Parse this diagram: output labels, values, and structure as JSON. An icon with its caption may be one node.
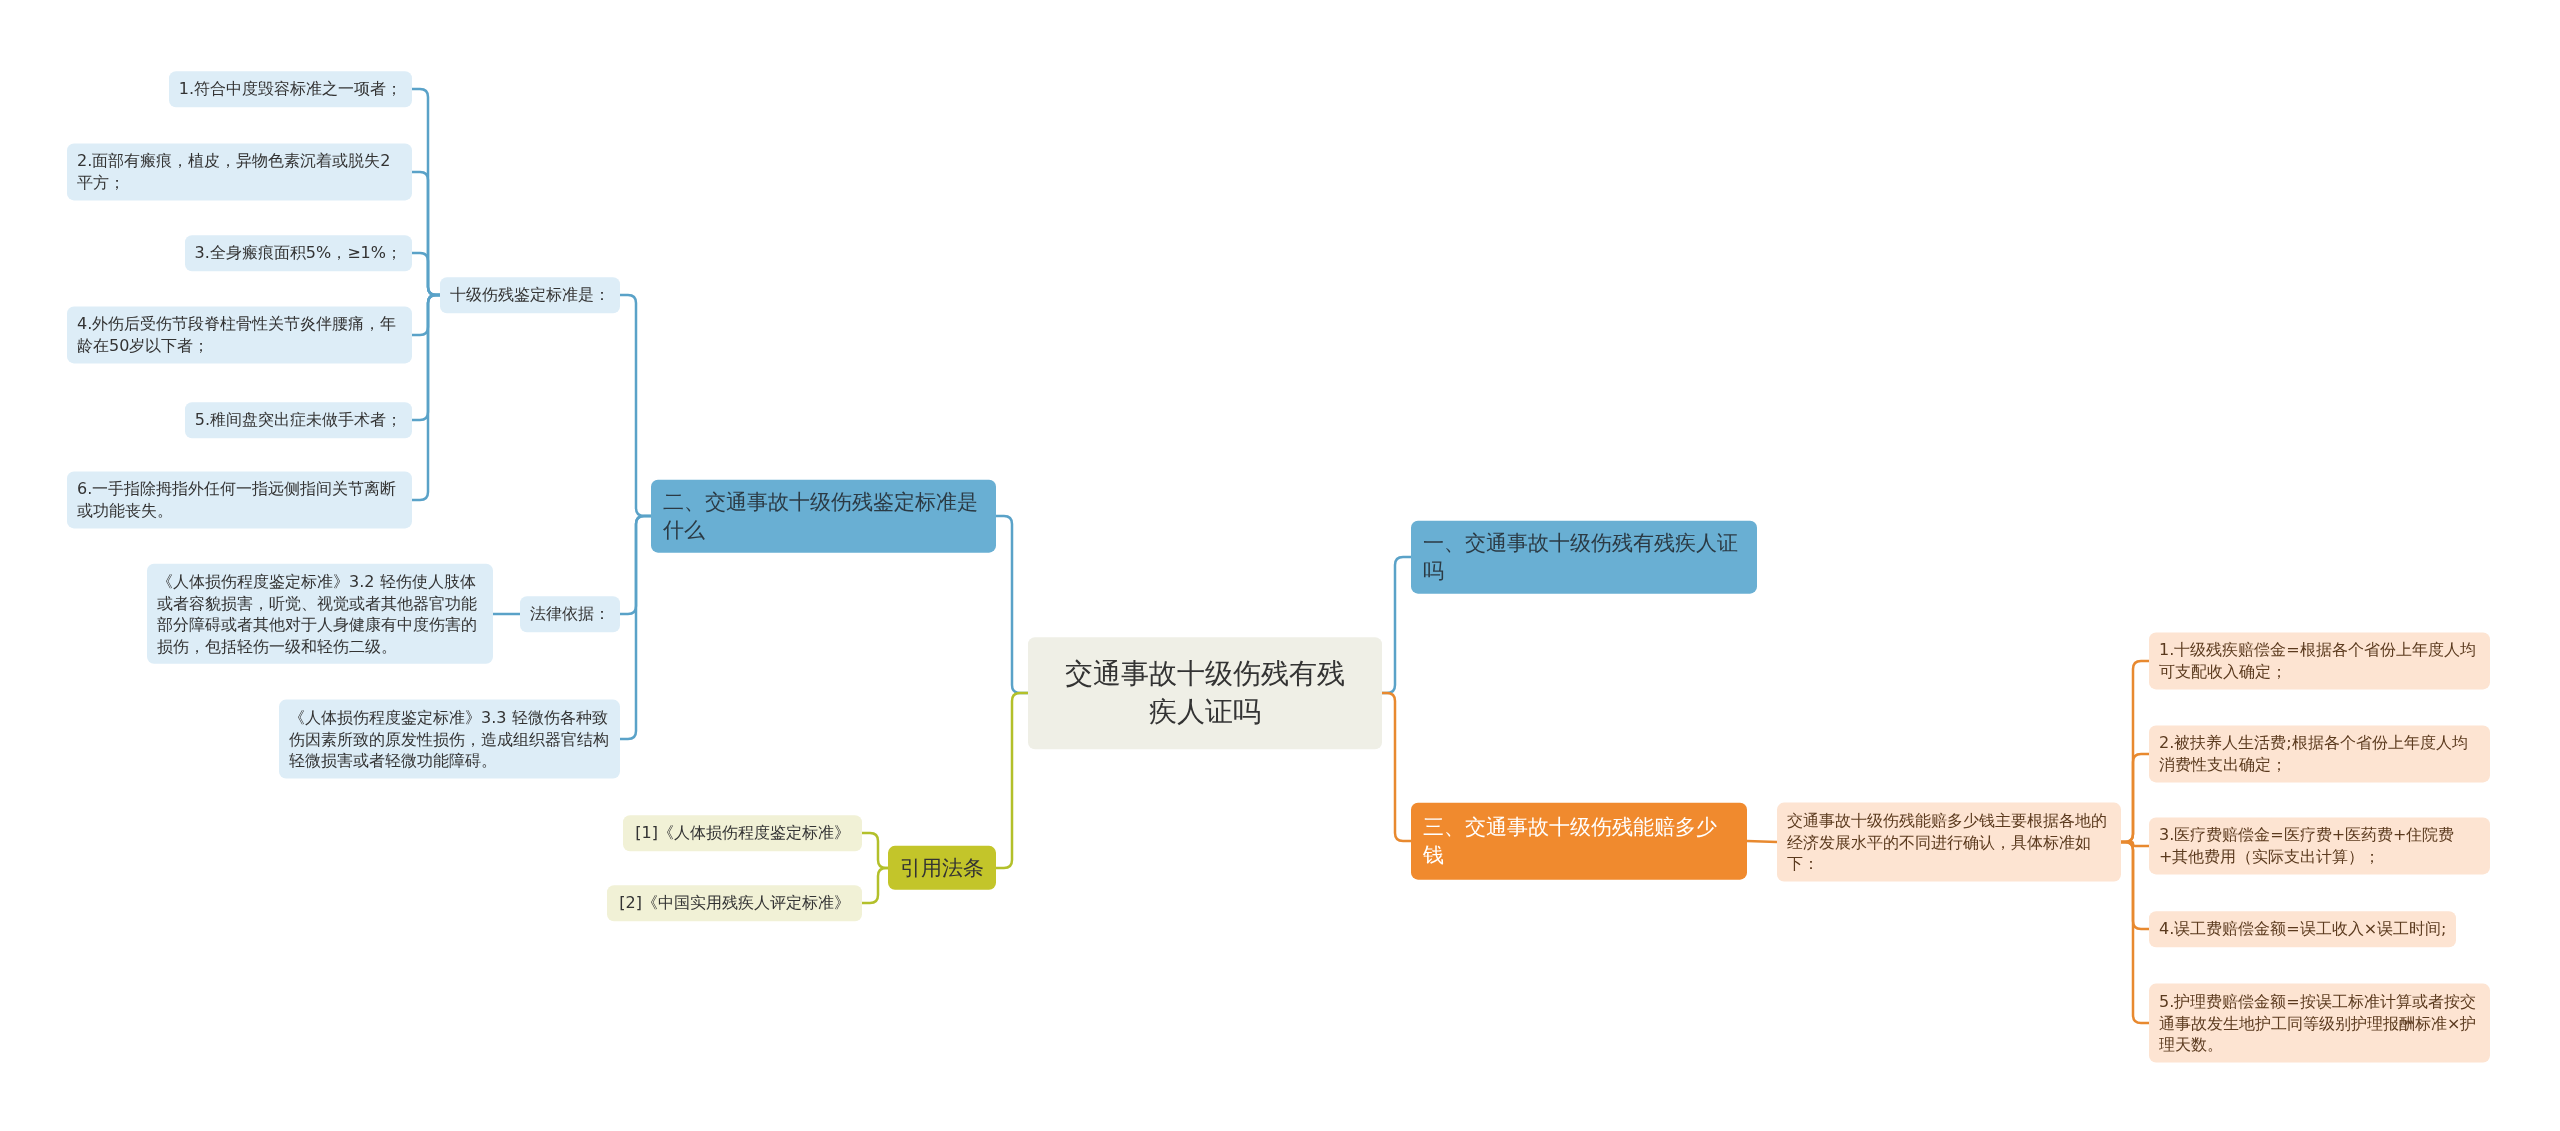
{
  "diagram": {
    "nodes": [
      {
        "text": [
          "交通事故十级伤残有残疾人证吗"
        ]
      },
      {
        "text": [
          "一、交通事故十级伤残有残疾人证吗"
        ]
      },
      {
        "text": [
          "二、交通事故十级伤残鉴定标准是什么"
        ]
      },
      {
        "text": [
          "十级伤残鉴定标准是："
        ]
      },
      {
        "text": [
          "1.符合中度毁容标准之一项者；"
        ]
      },
      {
        "text": [
          "2.面部有瘢痕，植皮，异物色素沉着或脱失2平方；"
        ]
      },
      {
        "text": [
          "3.全身瘢痕面积5%，≥1%；"
        ]
      },
      {
        "text": [
          "4.外伤后受伤节段脊柱骨性关节炎伴腰痛，年龄在50岁以下者；"
        ]
      },
      {
        "text": [
          "5.稚间盘突出症未做手术者；"
        ]
      },
      {
        "text": [
          "6.一手指除拇指外任何一指远侧指间关节离断或功能丧失。"
        ]
      },
      {
        "text": [
          "法律依据："
        ]
      },
      {
        "text": [
          "《人体损伤程度鉴定标准》3.2 轻伤使人肢体或者容貌损害，听觉、视觉或者其他器官功能部分障碍或者其他对于人身健康有中度伤害的损伤，包括轻伤一级和轻伤二级。"
        ]
      },
      {
        "text": [
          "《人体损伤程度鉴定标准》3.3 轻微伤各种致伤因素所致的原发性损伤，造成组织器官结构轻微损害或者轻微功能障碍。"
        ]
      },
      {
        "text": [
          "三、交通事故十级伤残能赔多少钱"
        ]
      },
      {
        "text": [
          "交通事故十级伤残能赔多少钱主要根据各地的经济发展水平的不同进行确认，具体标准如下："
        ]
      },
      {
        "text": [
          "1.十级残疾赔偿金=根据各个省份上年度人均可支配收入确定；"
        ]
      },
      {
        "text": [
          "2.被扶养人生活费;根据各个省份上年度人均消费性支出确定；"
        ]
      },
      {
        "text": [
          "3.医疗费赔偿金=医疗费+医药费+住院费+其他费用（实际支出计算）；"
        ]
      },
      {
        "text": [
          "4.误工费赔偿金额=误工收入×误工时间;"
        ]
      },
      {
        "text": [
          "5.护理费赔偿金额=按误工标准计算或者按交通事故发生地护工同等级别护理报酬标准×护理天数。"
        ]
      },
      {
        "text": [
          "引用法条"
        ]
      },
      {
        "text": [
          "[1]《人体损伤程度鉴定标准》"
        ]
      },
      {
        "text": [
          "[2]《中国实用残疾人评定标准》"
        ]
      }
    ],
    "edges": [
      {
        "from": 0,
        "to": 1,
        "arrow": "none"
      },
      {
        "from": 0,
        "to": 2,
        "arrow": "none"
      },
      {
        "from": 2,
        "to": 3,
        "arrow": "none"
      },
      {
        "from": 3,
        "to": 4,
        "arrow": "none"
      },
      {
        "from": 3,
        "to": 5,
        "arrow": "none"
      },
      {
        "from": 3,
        "to": 6,
        "arrow": "none"
      },
      {
        "from": 3,
        "to": 7,
        "arrow": "none"
      },
      {
        "from": 3,
        "to": 8,
        "arrow": "none"
      },
      {
        "from": 3,
        "to": 9,
        "arrow": "none"
      },
      {
        "from": 2,
        "to": 10,
        "arrow": "none"
      },
      {
        "from": 10,
        "to": 11,
        "arrow": "none"
      },
      {
        "from": 2,
        "to": 12,
        "arrow": "none"
      },
      {
        "from": 0,
        "to": 13,
        "arrow": "none",
        "color": "#e8892f"
      },
      {
        "from": 13,
        "to": 14,
        "arrow": "none",
        "color": "#e8892f"
      },
      {
        "from": 14,
        "to": 15,
        "arrow": "none",
        "color": "#e8892f"
      },
      {
        "from": 14,
        "to": 16,
        "arrow": "none",
        "color": "#e8892f"
      },
      {
        "from": 14,
        "to": 17,
        "arrow": "none",
        "color": "#e8892f"
      },
      {
        "from": 14,
        "to": 18,
        "arrow": "none",
        "color": "#e8892f"
      },
      {
        "from": 14,
        "to": 19,
        "arrow": "none",
        "color": "#e8892f"
      },
      {
        "from": 0,
        "to": 20,
        "arrow": "none",
        "color": "#b3c02a"
      },
      {
        "from": 20,
        "to": 21,
        "arrow": "none",
        "color": "#b3c02a"
      },
      {
        "from": 20,
        "to": 22,
        "arrow": "none",
        "color": "#b3c02a"
      }
    ]
  }
}
